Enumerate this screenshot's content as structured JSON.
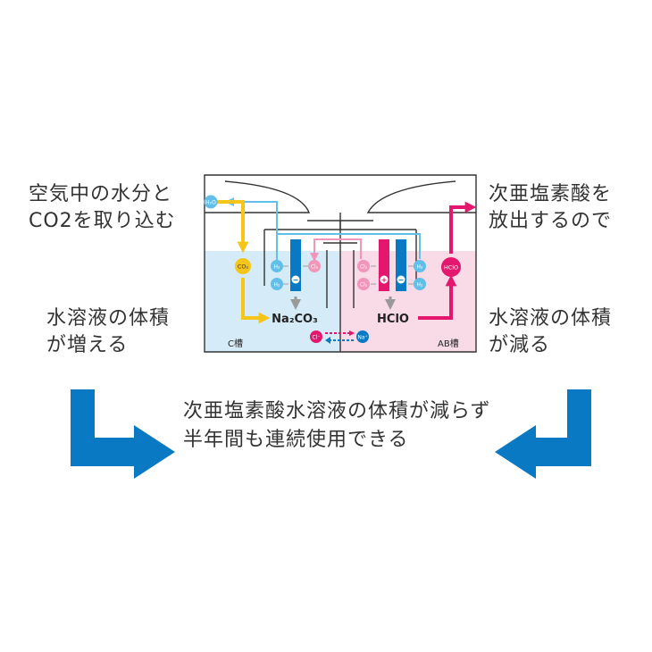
{
  "labels": {
    "left_top_line1": "空気中の水分と",
    "left_top_line2": "CO2を取り込む",
    "right_top_line1": "次亜塩素酸を",
    "right_top_line2": "放出するので",
    "left_mid_line1": "水溶液の体積",
    "left_mid_line2": "が増える",
    "right_mid_line1": "水溶液の体積",
    "right_mid_line2": "が減る",
    "bottom_line1": "次亜塩素酸水溶液の体積が減らず",
    "bottom_line2": "半年間も連続使用できる"
  },
  "tank": {
    "left_label": "C槽",
    "right_label": "AB槽",
    "product_left": "Na₂CO₃",
    "product_right": "HClO"
  },
  "molecules": {
    "h2o": "H₂O",
    "co2": "CO₂",
    "h2": "H₂",
    "cl2": "Cl₂",
    "cl": "Cl⁻",
    "na": "Na⁺",
    "hclo": "HClO",
    "minus": "−",
    "plus": "+"
  },
  "colors": {
    "yellow": "#f5c518",
    "pink": "#e4176f",
    "blue": "#0a79c4",
    "light_blue": "#62bfe9",
    "light_pink": "#f196b9",
    "left_fill": "#d5ecf8",
    "right_fill": "#f9dbe7"
  }
}
